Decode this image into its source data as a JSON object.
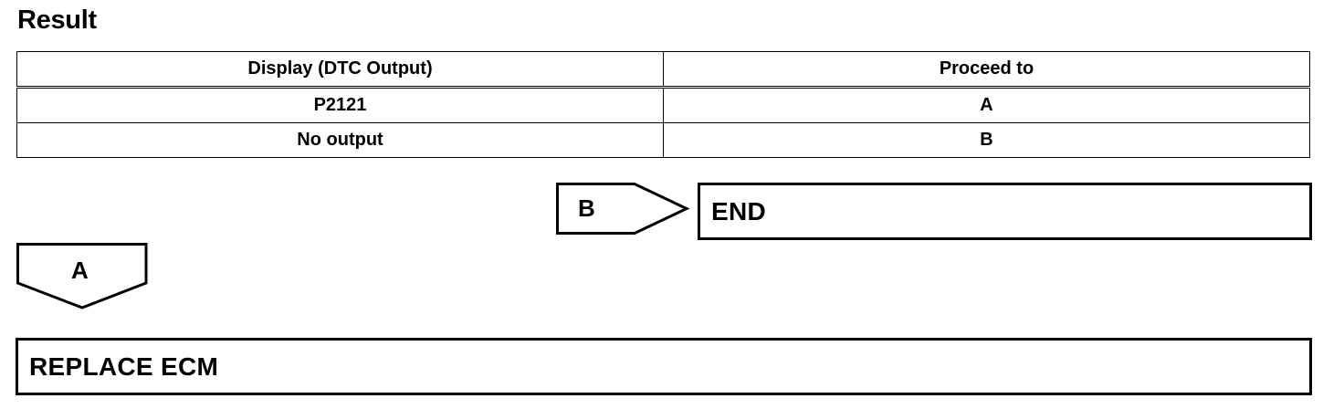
{
  "title": "Result",
  "table": {
    "headers": [
      "Display (DTC Output)",
      "Proceed to"
    ],
    "rows": [
      [
        "P2121",
        "A"
      ],
      [
        "No output",
        "B"
      ]
    ]
  },
  "flow": {
    "branch_b": {
      "label": "B",
      "action": "END"
    },
    "branch_a": {
      "label": "A",
      "action": "REPLACE ECM"
    }
  }
}
